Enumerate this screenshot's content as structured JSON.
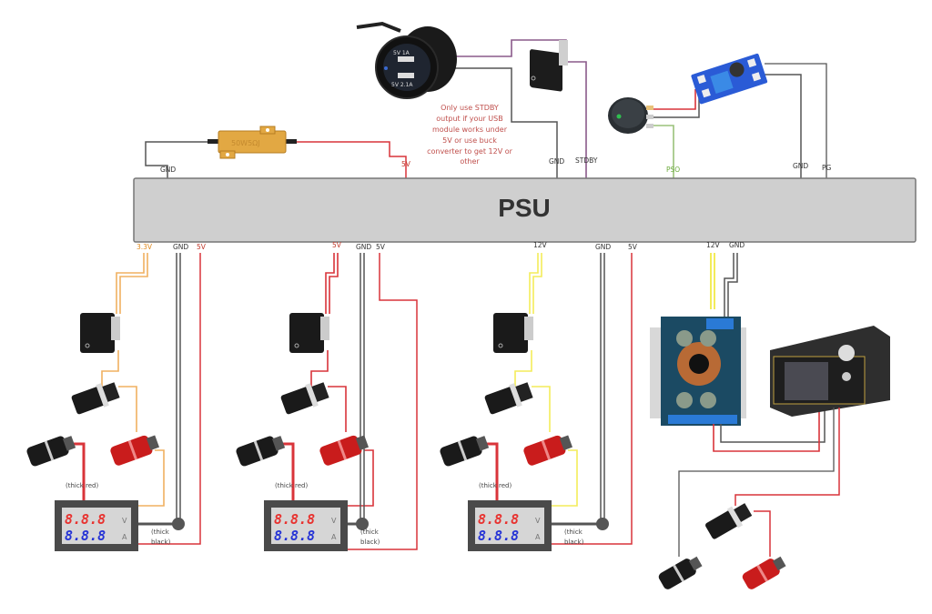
{
  "psu": {
    "label": "PSU"
  },
  "top_pins": {
    "gnd_left": "GND",
    "v5": "5V",
    "gnd_usb": "GND",
    "stdby": "STDBY",
    "pso": "PSO",
    "gnd_right": "GND",
    "pg": "PG"
  },
  "bottom_pins": {
    "g1": {
      "v": "3.3V",
      "gnd": "GND",
      "v5": "5V"
    },
    "g2": {
      "v": "5V",
      "gnd": "GND",
      "v5": "5V"
    },
    "g3": {
      "v": "12V",
      "gnd": "GND",
      "v5": "5V"
    },
    "g4": {
      "v": "12V",
      "gnd": "GND"
    }
  },
  "resistor": {
    "label": "50W5ΩJ"
  },
  "usb_module": {
    "port1": "5V 1A",
    "port2": "5V 2.1A"
  },
  "note": {
    "lines": [
      "Only use STDBY",
      "output if your USB",
      "module works under",
      "5V or use buck",
      "converter to get 12V or",
      "other"
    ]
  },
  "meters": [
    {
      "volt_digits": "8.8.8",
      "amp_digits": "8.8.8",
      "volt_unit": "V",
      "amp_unit": "A",
      "thick_red": "(thick red)",
      "thick_black_1": "(thick",
      "thick_black_2": "black)"
    },
    {
      "volt_digits": "8.8.8",
      "amp_digits": "8.8.8",
      "volt_unit": "V",
      "amp_unit": "A",
      "thick_red": "(thick red)",
      "thick_black_1": "(thick",
      "thick_black_2": "black)"
    },
    {
      "volt_digits": "8.8.8",
      "amp_digits": "8.8.8",
      "volt_unit": "V",
      "amp_unit": "A",
      "thick_red": "(thick red)",
      "thick_black_1": "(thick",
      "thick_black_2": "black)"
    }
  ],
  "colors": {
    "wire_red": "#d9343a",
    "wire_black": "#555555",
    "wire_orange": "#f0b060",
    "wire_yellow": "#f3ec5a",
    "wire_purple": "#8a5a8a",
    "wire_green": "#9ac27a",
    "psu_fill": "#cfcfcf"
  }
}
